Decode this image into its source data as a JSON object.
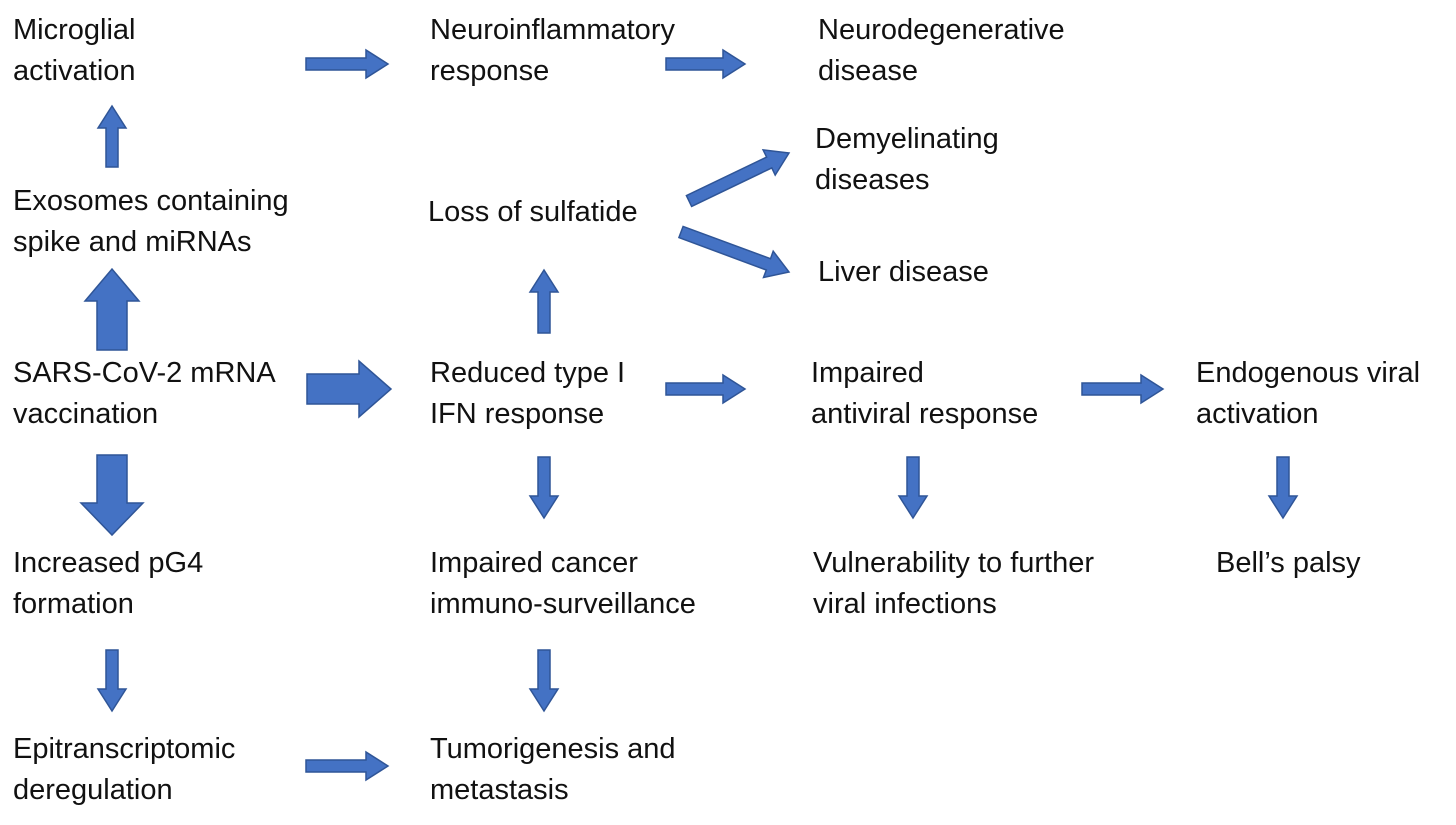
{
  "arrow_color": "#4472C4",
  "arrow_stroke": "#2F5597",
  "nodes": {
    "microglial": [
      "Microglial",
      "activation"
    ],
    "neuroinflammatory": [
      "Neuroinflammatory",
      "response"
    ],
    "neurodegenerative": [
      "Neurodegenerative",
      "disease"
    ],
    "exosomes": [
      "Exosomes containing",
      "spike and miRNAs"
    ],
    "sulfatide": [
      "Loss of sulfatide"
    ],
    "demyelinating": [
      "Demyelinating",
      "diseases"
    ],
    "liver": [
      "Liver disease"
    ],
    "vaccination": [
      "SARS-CoV-2 mRNA",
      "vaccination"
    ],
    "ifn": [
      "Reduced type I",
      "IFN response"
    ],
    "antiviral": [
      "Impaired",
      "antiviral response"
    ],
    "endogenous": [
      "Endogenous viral",
      "activation"
    ],
    "pg4": [
      "Increased pG4",
      "formation"
    ],
    "cancer": [
      "Impaired cancer",
      "immuno-surveillance"
    ],
    "vulnerability": [
      "Vulnerability to further",
      "viral infections"
    ],
    "bells": [
      "Bell’s palsy"
    ],
    "epitranscriptomic": [
      "Epitranscriptomic",
      "deregulation"
    ],
    "tumorigenesis": [
      "Tumorigenesis and",
      "metastasis"
    ]
  }
}
